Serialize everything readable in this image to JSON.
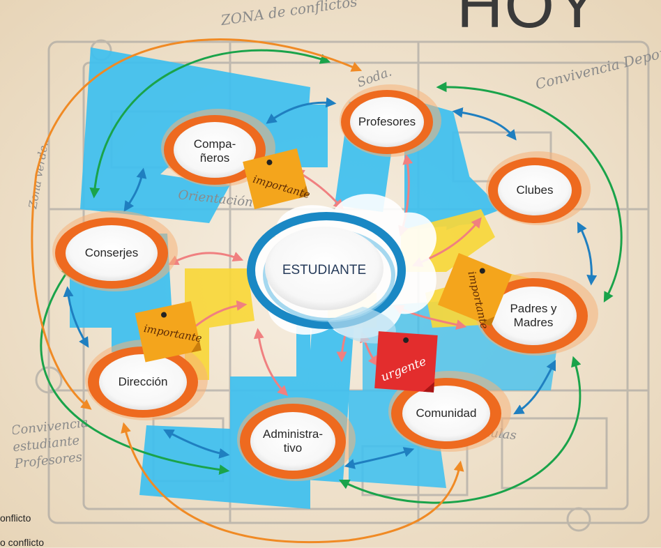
{
  "title": "HOY",
  "sketch_labels": {
    "zona_conflictos": "ZONA de conflictos",
    "soda": "Soda.",
    "convivencia_deportiva": "Convivencia Deportiva.",
    "zona_verde": "Zona verde...",
    "orientacion": "Orientación",
    "convivencia_estudiante_profesores": "Convivencia estudiante Profesores",
    "aulas": "Aulas"
  },
  "nodes": {
    "center": "ESTUDIANTE",
    "profesores": "Profesores",
    "companeros": "Compa-\nñeros",
    "clubes": "Clubes",
    "conserjes": "Conserjes",
    "padres": "Padres y\nMadres",
    "direccion": "Dirección",
    "administrativo": "Administra-\ntivo",
    "comunidad": "Comunidad"
  },
  "notes": {
    "companeros": "importante",
    "padres": "importante",
    "direccion": "importante",
    "comunidad": "urgente"
  },
  "legend": {
    "item1": "onflicto",
    "item2": "o conflicto"
  },
  "colors": {
    "blue_zone": "#3fc0ef",
    "yellow_zone": "#f8d73a",
    "orange_ring": "#ee6a1f",
    "blue_ring": "#1a88c4",
    "green_arrow": "#1aa34a",
    "orange_arrow": "#f08a24",
    "blue_arrow": "#1f7fc0",
    "pink_arrow": "#f08080",
    "note_orange": "#f4a51c",
    "note_red": "#e32d2d"
  }
}
